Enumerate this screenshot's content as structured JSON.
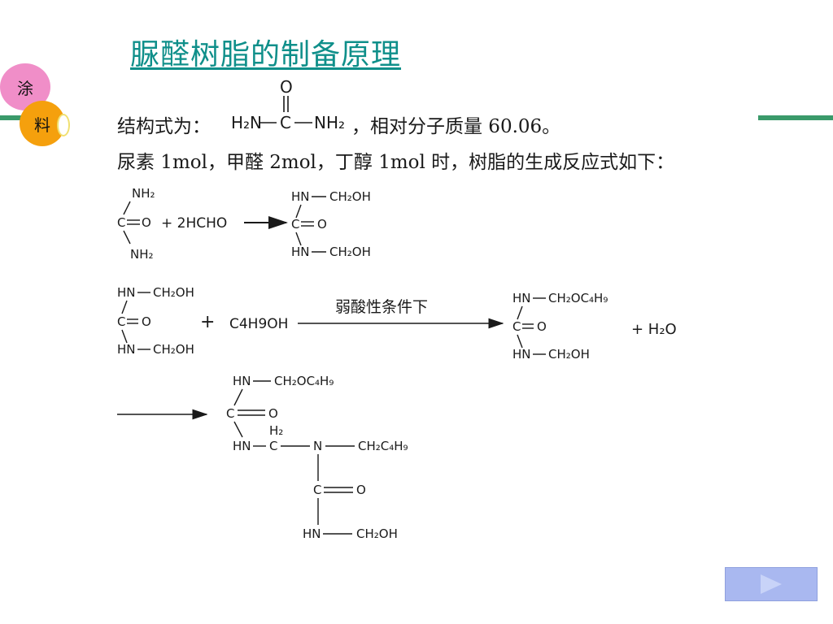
{
  "title": "脲醛树脂的制备原理",
  "badges": {
    "top": "涂",
    "bottom": "料"
  },
  "line1": {
    "prefix": "结构式为：",
    "formula": {
      "h2n": "H₂N",
      "c": "C",
      "o": "O",
      "nh2": "NH₂"
    },
    "suffix": "，相对分子质量 60.06。"
  },
  "line2": "尿素 1mol，甲醛 2mol，丁醇 1mol 时，树脂的生成反应式如下：",
  "reaction1": {
    "urea_top": "NH₂",
    "urea_c": "C",
    "urea_o": "O",
    "urea_bottom": "NH₂",
    "reagent": "+ 2HCHO",
    "prod_top": "HN",
    "prod_top_sub": "CH₂OH",
    "prod_c": "C",
    "prod_o": "O",
    "prod_bottom": "HN",
    "prod_bottom_sub": "CH₂OH"
  },
  "reaction2": {
    "react_top": "HN",
    "react_top_sub": "CH₂OH",
    "react_c": "C",
    "react_o": "O",
    "react_bottom": "HN",
    "react_bottom_sub": "CH₂OH",
    "plus": "+",
    "reagent": "C4H9OH",
    "condition": "弱酸性条件下",
    "prod_top": "HN",
    "prod_top_sub": "CH₂OC₄H₉",
    "prod_c": "C",
    "prod_o": "O",
    "prod_bottom": "HN",
    "prod_bottom_sub": "CH₂OH",
    "byproduct": "+ H₂O"
  },
  "reaction3": {
    "top": "HN",
    "top_sub": "CH₂OC₄H₉",
    "c1": "C",
    "o1": "O",
    "mid_hn": "HN",
    "mid_c": "C",
    "mid_h2": "H₂",
    "n": "N",
    "n_sub": "CH₂C₄H₉",
    "c2": "C",
    "o2": "O",
    "bottom": "HN",
    "bottom_sub": "CH₂OH"
  }
}
